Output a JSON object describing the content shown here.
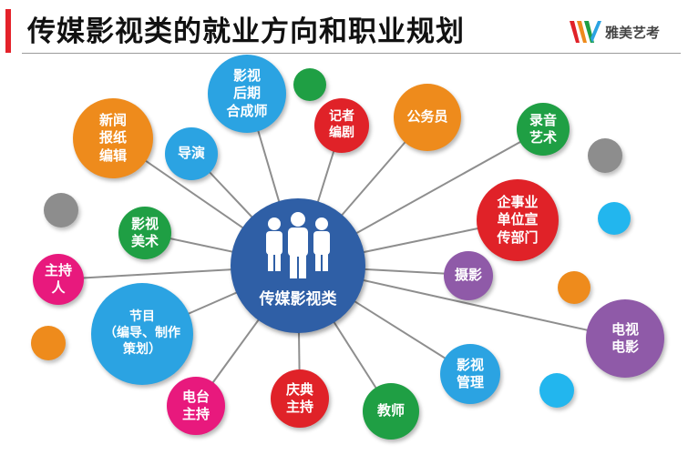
{
  "title": "传媒影视类的就业方向和职业规划",
  "brand": {
    "name": "雅美艺考"
  },
  "center": {
    "label": "传媒影视类"
  },
  "nodes": [
    {
      "id": "film-post",
      "label": "影视\n后期\n合成师",
      "color": "#2ba3e2"
    },
    {
      "id": "news-editor",
      "label": "新闻\n报纸\n编辑",
      "color": "#ee8b1c"
    },
    {
      "id": "director",
      "label": "导演",
      "color": "#2ba3e2"
    },
    {
      "id": "reporter",
      "label": "记者\n编剧",
      "color": "#e02228"
    },
    {
      "id": "civil-servant",
      "label": "公务员",
      "color": "#ee8b1c"
    },
    {
      "id": "recording-art",
      "label": "录音\n艺术",
      "color": "#1f9f44"
    },
    {
      "id": "art-design",
      "label": "影视\n美术",
      "color": "#1f9f44"
    },
    {
      "id": "enterprise-pr",
      "label": "企事业\n单位宣\n传部门",
      "color": "#e02228"
    },
    {
      "id": "host",
      "label": "主持\n人",
      "color": "#e8197d"
    },
    {
      "id": "photography",
      "label": "摄影",
      "color": "#8f5aa8"
    },
    {
      "id": "program",
      "label": "节目\n（编导、制作\n策划）",
      "color": "#2ba3e2"
    },
    {
      "id": "film-tv",
      "label": "电视\n电影",
      "color": "#8f5aa8"
    },
    {
      "id": "film-management",
      "label": "影视\n管理",
      "color": "#2ba3e2"
    },
    {
      "id": "station-host",
      "label": "电台\n主持",
      "color": "#e8197d"
    },
    {
      "id": "ceremony-host",
      "label": "庆典\n主持",
      "color": "#e02228"
    },
    {
      "id": "teacher",
      "label": "教师",
      "color": "#1f9f44"
    }
  ],
  "accents": {
    "green": "#1f9f44",
    "gray": "#8d8d8d",
    "cyan": "#22b6ee",
    "orange": "#ee8b1c",
    "hub": "#2f5fa6"
  }
}
